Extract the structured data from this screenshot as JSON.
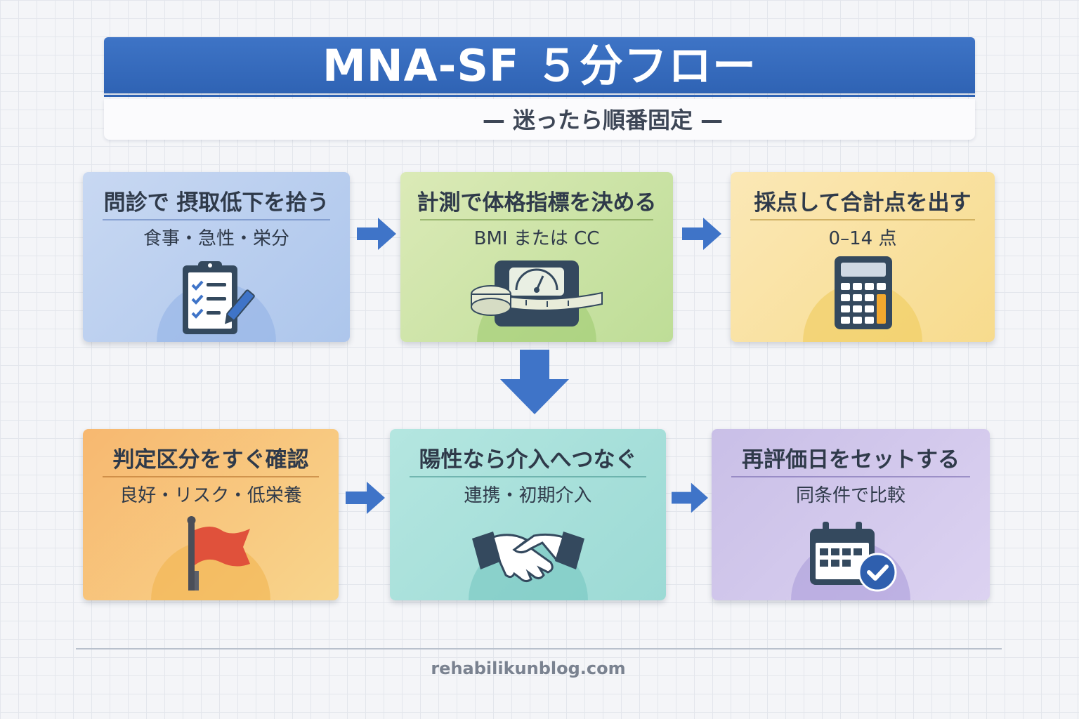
{
  "header": {
    "title": "MNA-SF ５分フロー",
    "subtitle": "— 迷ったら順番固定 —"
  },
  "steps": [
    {
      "title": "問診で 摂取低下を拾う",
      "detail": "食事・急性・栄分",
      "icon": "clipboard-checklist-icon"
    },
    {
      "title": "計測で体格指標を決める",
      "detail": "BMI または CC",
      "icon": "scale-tape-measure-icon"
    },
    {
      "title": "採点して合計点を出す",
      "detail": "0–14 点",
      "icon": "calculator-icon"
    },
    {
      "title": "判定区分をすぐ確認",
      "detail": "良好・リスク・低栄養",
      "icon": "flag-icon"
    },
    {
      "title": "陽性なら介入へつなぐ",
      "detail": "連携・初期介入",
      "icon": "handshake-icon"
    },
    {
      "title": "再評価日をセットする",
      "detail": "同条件で比較",
      "icon": "calendar-check-icon"
    }
  ],
  "colors": {
    "primary": "#2f63b4",
    "arrow": "#3f74c8",
    "icon_dark": "#34495e",
    "step1": "#b9cdef",
    "step2": "#c8e3a5",
    "step3": "#f9e09d",
    "step4": "#f7c67c",
    "step5": "#a8dfda",
    "step6": "#d2c8ec"
  },
  "footer": {
    "text": "rehabilikunblog.com"
  }
}
